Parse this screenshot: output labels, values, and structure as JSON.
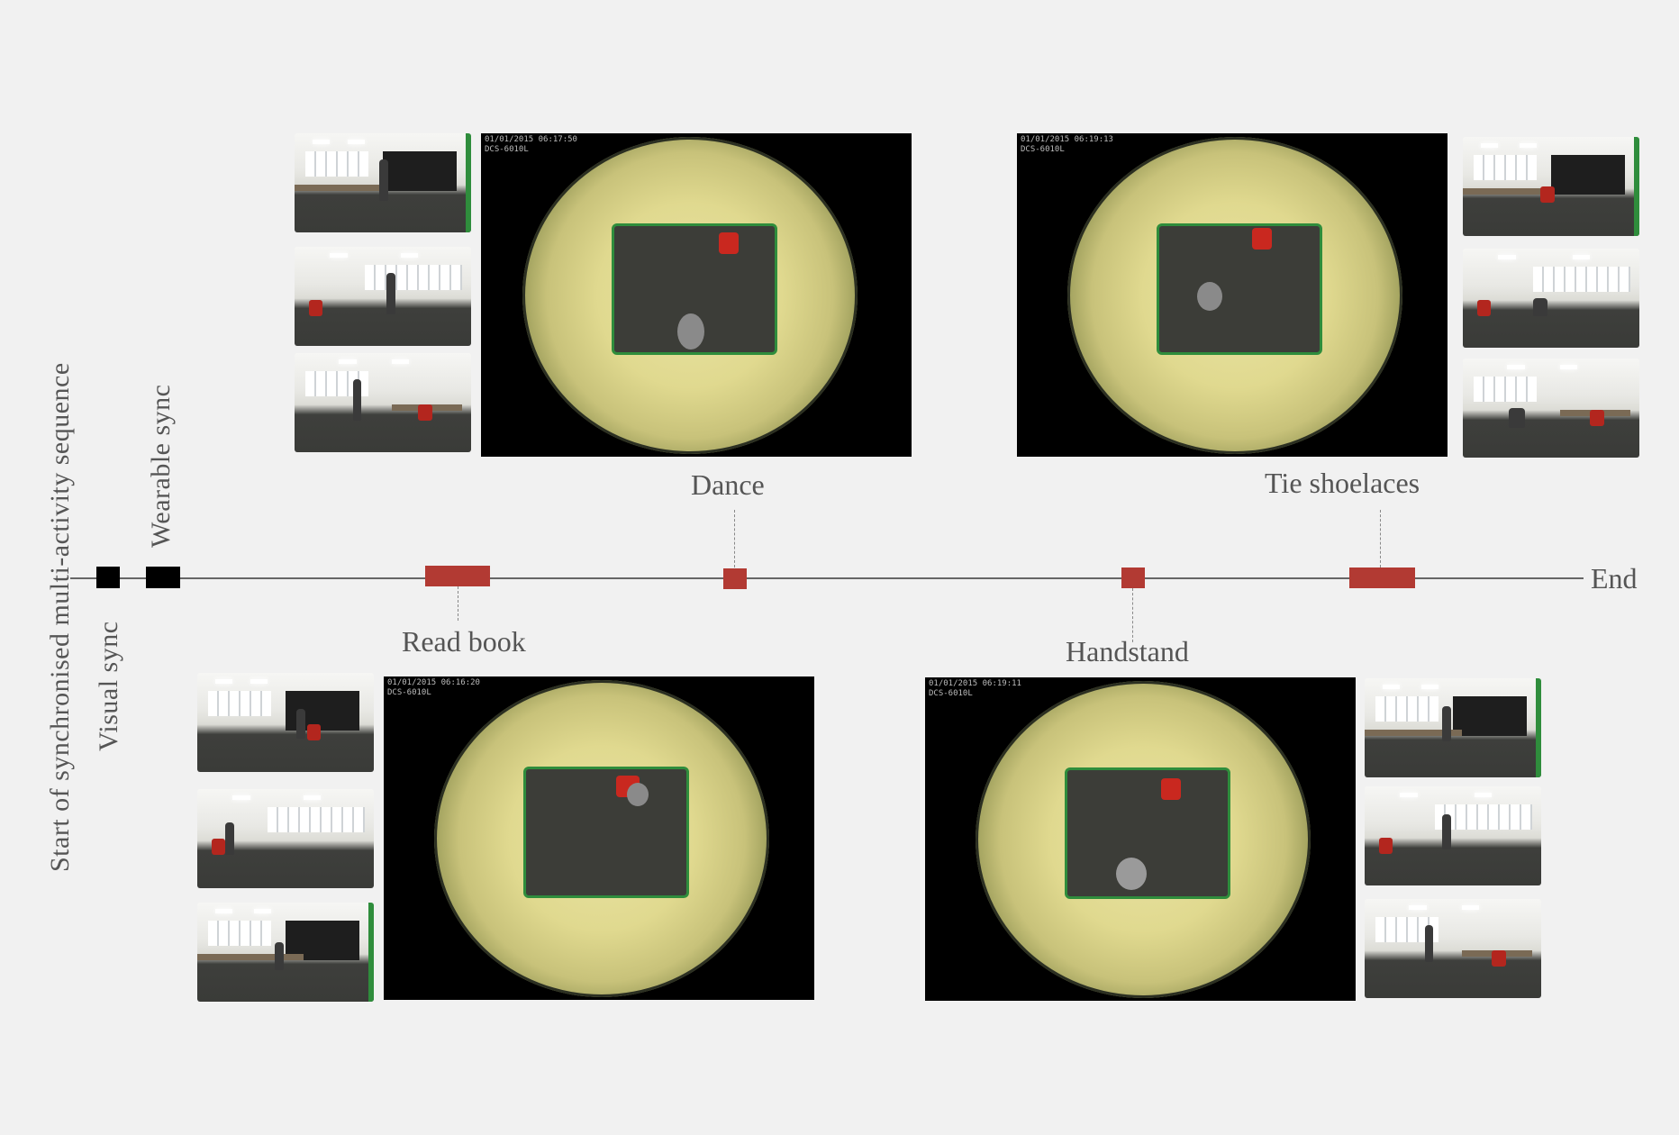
{
  "labels": {
    "start": "Start of synchronised multi-activity sequence",
    "visual_sync": "Visual sync",
    "wearable_sync": "Wearable sync",
    "end": "End"
  },
  "events": {
    "read_book": "Read book",
    "dance": "Dance",
    "handstand": "Handstand",
    "tie_shoelaces": "Tie shoelaces"
  },
  "osd": {
    "dance": "01/01/2015 06:17:50\nDCS-6010L",
    "read_book": "01/01/2015 06:16:20\nDCS-6010L",
    "handstand": "01/01/2015 06:19:11\nDCS-6010L",
    "tie_shoelaces": "01/01/2015 06:19:13\nDCS-6010L"
  },
  "colors": {
    "event_marker": "#b23a33",
    "sync_marker": "#000000",
    "axis": "#666666"
  }
}
